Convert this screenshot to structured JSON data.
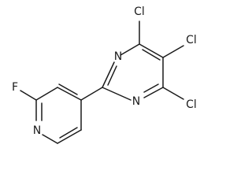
{
  "molecule": {
    "atoms": {
      "cl_top": "Cl",
      "cl_right": "Cl",
      "cl_bottom": "Cl",
      "n_pyrimidine_top": "N",
      "n_pyrimidine_bottom": "N",
      "fluorine": "F",
      "n_pyridine": "N"
    }
  },
  "colors": {
    "bond": "#1a1a1a",
    "background": "#ffffff"
  }
}
